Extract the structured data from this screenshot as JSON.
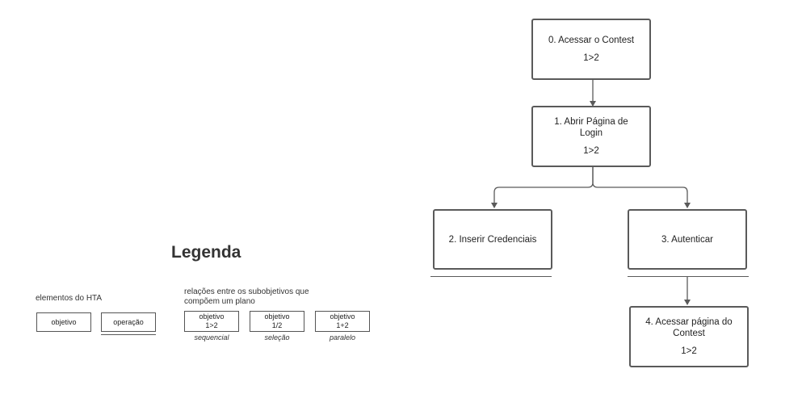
{
  "nodes": {
    "n0": {
      "title": "0. Acessar o Contest",
      "plan": "1>2"
    },
    "n1": {
      "title": "1. Abrir Página de Login",
      "plan": "1>2"
    },
    "n2": {
      "title": "2. Inserir Credenciais"
    },
    "n3": {
      "title": "3. Autenticar"
    },
    "n4": {
      "title": "4. Acessar página do Contest",
      "plan": "1>2"
    }
  },
  "legend": {
    "title": "Legenda",
    "elements_label": "elementos do HTA",
    "objective": "objetivo",
    "operation": "operação",
    "relations_label": "relações entre os subobjetivos que compõem um plano",
    "plans": [
      {
        "box_title": "objetivo",
        "symbol": "1>2",
        "caption": "sequencial"
      },
      {
        "box_title": "objetivo",
        "symbol": "1/2",
        "caption": "seleção"
      },
      {
        "box_title": "objetivo",
        "symbol": "1+2",
        "caption": "paralelo"
      }
    ]
  },
  "colors": {
    "line": "#5a5a5a"
  }
}
